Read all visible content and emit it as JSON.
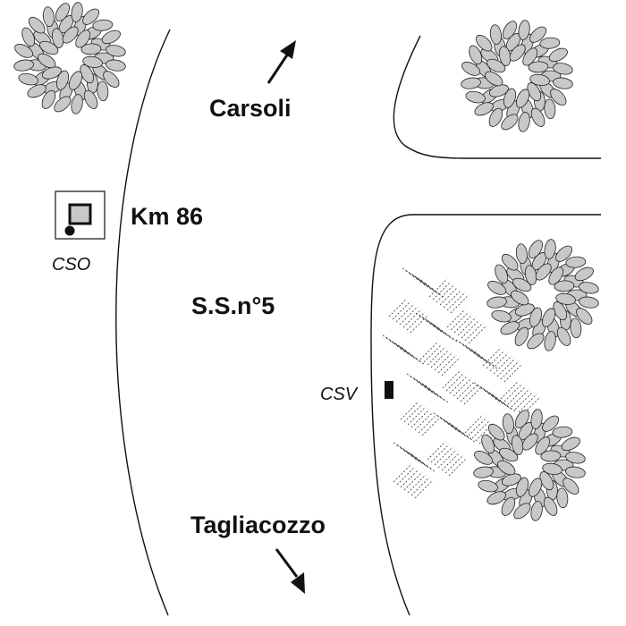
{
  "labels": {
    "north_town": "Carsoli",
    "south_town": "Tagliacozzo",
    "kilometer": "Km 86",
    "road": "S.S.n°5",
    "sensor_left": "CSO",
    "sensor_right": "CSV"
  },
  "icons": {
    "north_arrow": "arrow-up-right-icon",
    "south_arrow": "arrow-down-right-icon",
    "left_sensor": "square-sensor-icon",
    "right_sensor": "rectangle-sensor-icon",
    "tree": "tree-canopy-icon",
    "field": "cultivated-field-hatching"
  },
  "colors": {
    "line": "#111111",
    "foliage": "#c8c8c8",
    "sensor_fill": "#c8c8c8",
    "background": "#ffffff"
  }
}
